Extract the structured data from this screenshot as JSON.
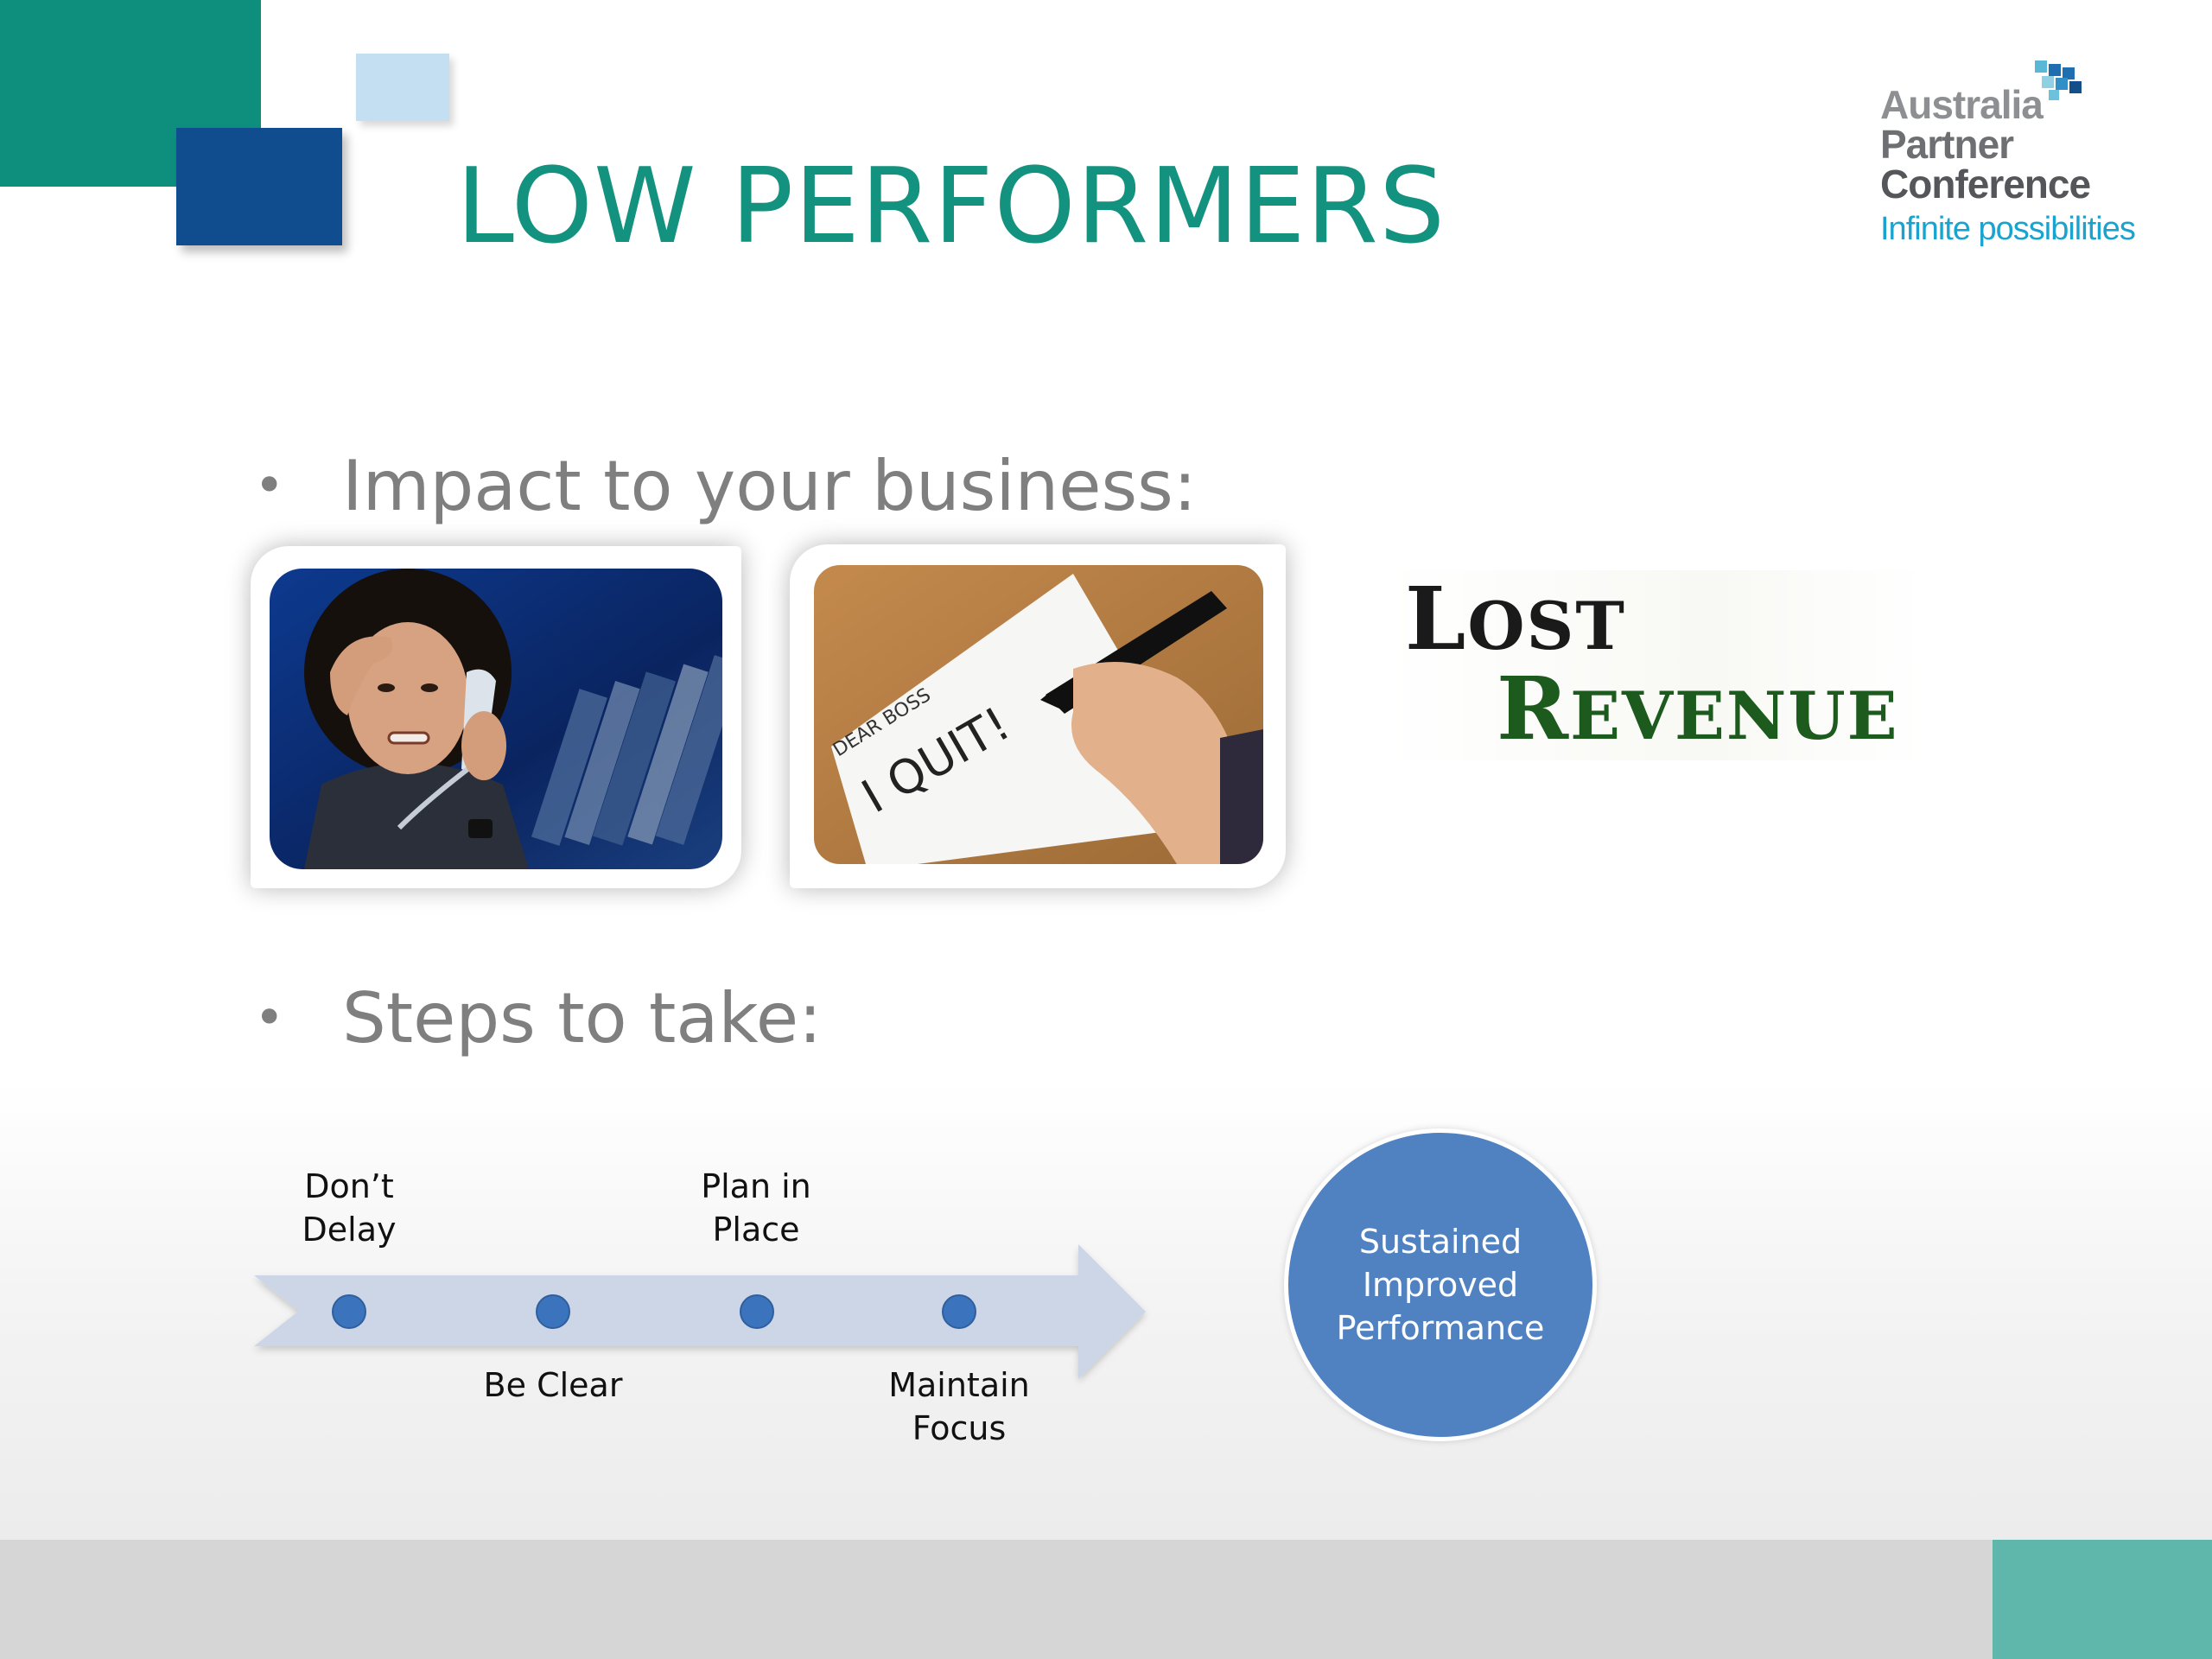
{
  "slide": {
    "title": "LOW PERFORMERS",
    "colors": {
      "accent_green": "#13927f",
      "navy": "#0f4d8f",
      "light_blue": "#c4def2",
      "circle_blue": "#5081c0",
      "footer_gray": "#d6d6d6",
      "footer_teal": "#5fb7ab"
    }
  },
  "logo": {
    "line1": "Australia",
    "line2": "Partner",
    "line3": "Conference",
    "tagline": "Infinite possibilities"
  },
  "bullets": [
    {
      "text": "Impact to your business:"
    },
    {
      "text": "Steps to take:"
    }
  ],
  "images": {
    "photo1_icon": "stressed-person-on-phone-photo",
    "photo2_icon": "hand-writing-note-photo",
    "note_greeting": "DEAR BOSS",
    "note_text": "I QUIT!"
  },
  "lost_revenue": {
    "word1_initial": "L",
    "word1_rest": "OST",
    "word2_initial": "R",
    "word2_rest": "EVENUE"
  },
  "steps": [
    {
      "label": "Don’t\nDelay"
    },
    {
      "label": "Be Clear"
    },
    {
      "label": "Plan in\nPlace"
    },
    {
      "label": "Maintain\nFocus"
    }
  ],
  "outcome": {
    "label": "Sustained\nImproved\nPerformance"
  }
}
